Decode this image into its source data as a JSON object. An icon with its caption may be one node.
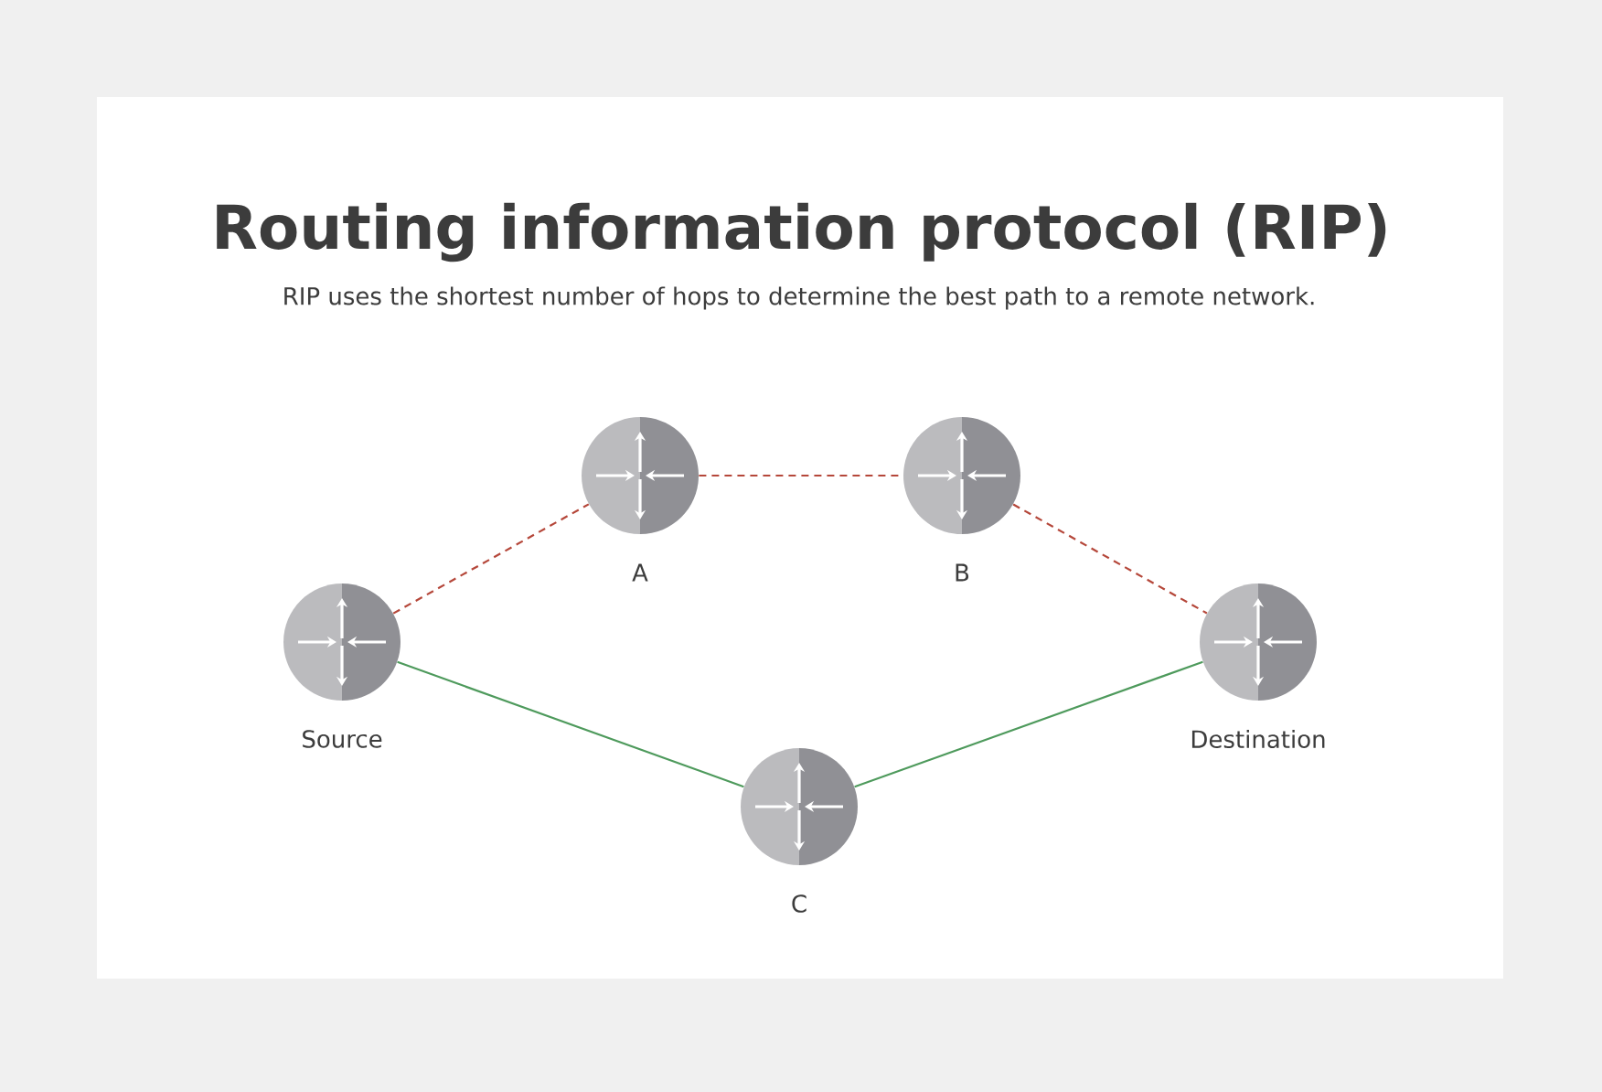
{
  "diagram": {
    "title": "Routing information protocol (RIP)",
    "caption": "RIP uses the shortest number of hops to determine the best path to a remote network.",
    "nodes": [
      {
        "text": [
          "A"
        ]
      },
      {
        "text": [
          "B"
        ]
      },
      {
        "text": [
          "Source"
        ]
      },
      {
        "text": [
          "Destination"
        ]
      },
      {
        "text": [
          "C"
        ]
      }
    ],
    "edges": [
      {
        "from": 2,
        "to": 0,
        "arrow": "none",
        "style": "dashed",
        "color": "#b5473a"
      },
      {
        "from": 0,
        "to": 1,
        "arrow": "none",
        "style": "dashed",
        "color": "#b5473a"
      },
      {
        "from": 1,
        "to": 3,
        "arrow": "none",
        "style": "dashed",
        "color": "#b5473a"
      },
      {
        "from": 2,
        "to": 4,
        "arrow": "none",
        "color": "#4e9a5c"
      },
      {
        "from": 4,
        "to": 3,
        "arrow": "none",
        "color": "#4e9a5c"
      }
    ]
  }
}
